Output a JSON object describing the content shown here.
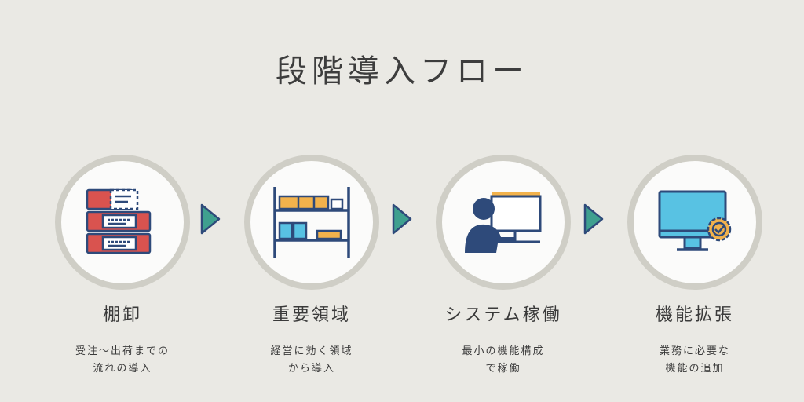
{
  "title": "段階導入フロー",
  "colors": {
    "background": "#eae9e4",
    "circle_ring": "#cfcec6",
    "arrow": "#3fa08f",
    "navy": "#2e4a7a",
    "red": "#d9534f",
    "orange": "#f2b24c",
    "cyan": "#58c2e3"
  },
  "steps": [
    {
      "label": "棚卸",
      "desc": "受注〜出荷までの\n流れの導入",
      "icon": "document-stack-icon"
    },
    {
      "label": "重要領域",
      "desc": "経営に効く領域\nから導入",
      "icon": "shelf-icon"
    },
    {
      "label": "システム稼働",
      "desc": "最小の機能構成\nで稼働",
      "icon": "person-at-computer-icon"
    },
    {
      "label": "機能拡張",
      "desc": "業務に必要な\n機能の追加",
      "icon": "monitor-check-icon"
    }
  ]
}
